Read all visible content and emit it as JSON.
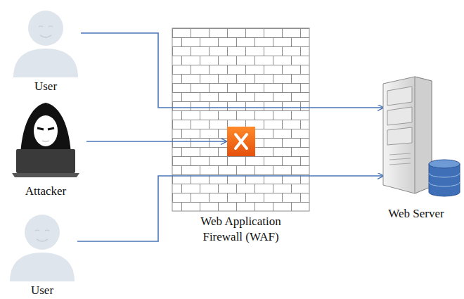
{
  "diagram": {
    "nodes": [
      {
        "text": [
          "User"
        ]
      },
      {
        "text": [
          "Attacker"
        ]
      },
      {
        "text": [
          "User"
        ]
      },
      {
        "text": [
          "Web Application Firewall (WAF)"
        ]
      },
      {
        "text": [
          "Web Server"
        ]
      }
    ],
    "edges": [
      {
        "from": 0,
        "to": 4,
        "arrow": "to"
      },
      {
        "from": 1,
        "to": 3,
        "arrow": "to"
      },
      {
        "from": 2,
        "to": 4,
        "arrow": "to"
      }
    ]
  }
}
